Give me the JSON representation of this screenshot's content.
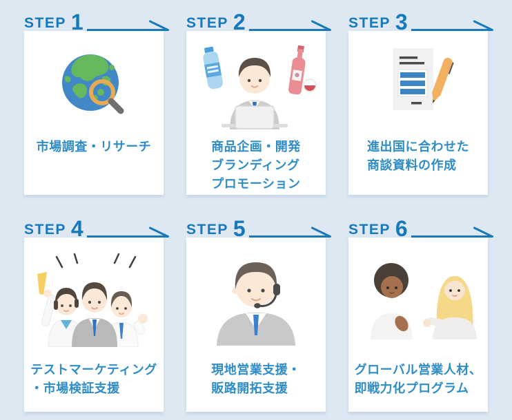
{
  "theme": {
    "background_color": "#dde8f3",
    "card_color": "#ffffff",
    "accent_color": "#1879ba",
    "caption_color": "#2f8cc4"
  },
  "steps": [
    {
      "label": "STEP",
      "number": "1",
      "caption_lines": [
        "市場調査・リサーチ"
      ],
      "illustration": "globe-with-magnifier"
    },
    {
      "label": "STEP",
      "number": "2",
      "caption_lines": [
        "商品企画・開発",
        "ブランディング",
        "プロモーション"
      ],
      "illustration": "businessman-laptop-products"
    },
    {
      "label": "STEP",
      "number": "3",
      "caption_lines": [
        "進出国に合わせた",
        "商談資料の作成"
      ],
      "illustration": "document-and-pen"
    },
    {
      "label": "STEP",
      "number": "4",
      "caption_lines": [
        "テストマーケティング",
        "・市場検証支援"
      ],
      "illustration": "cheering-team"
    },
    {
      "label": "STEP",
      "number": "5",
      "caption_lines": [
        "現地営業支援・",
        "販路開拓支援"
      ],
      "illustration": "operator-with-headset"
    },
    {
      "label": "STEP",
      "number": "6",
      "caption_lines": [
        "グローバル営業人材、",
        "即戦力化プログラム"
      ],
      "illustration": "two-people-talking"
    }
  ]
}
